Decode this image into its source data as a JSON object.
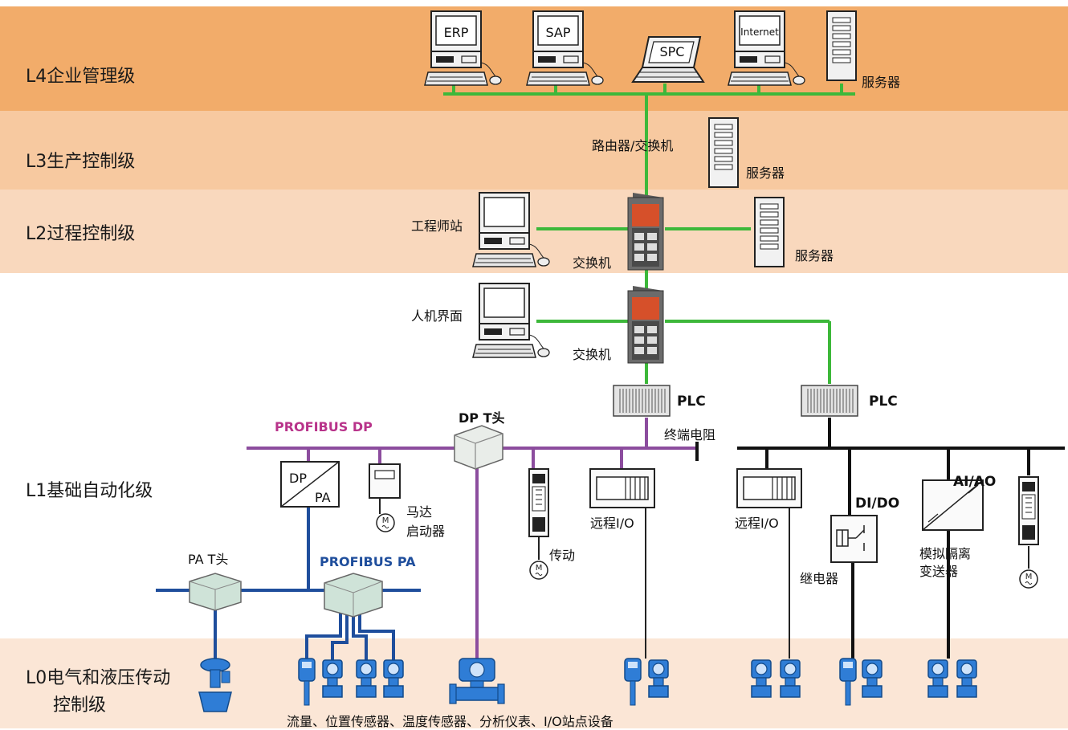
{
  "levels": {
    "l4": "L4企业管理级",
    "l3": "L3生产控制级",
    "l2": "L2过程控制级",
    "l1": "L1基础自动化级",
    "l0_line1": "L0电气和液压传动",
    "l0_line2": "控制级"
  },
  "computers": {
    "erp": "ERP",
    "sap": "SAP",
    "spc": "SPC",
    "internet": "Internet"
  },
  "labels": {
    "server_l4": "服务器",
    "router": "路由器/交换机",
    "server_l3": "服务器",
    "eng_station": "工程师站",
    "switch_l2": "交换机",
    "server_l2": "服务器",
    "hmi": "人机界面",
    "switch_l1": "交换机",
    "plc1": "PLC",
    "plc2": "PLC",
    "terminator": "终端电阻",
    "profibus_dp": "PROFIBUS DP",
    "dp_t": "DP T头",
    "dp_label": "DP",
    "pa_label": "PA",
    "motor_starter_1": "马达",
    "motor_starter_2": "启动器",
    "drive": "传动",
    "remote_io_1": "远程I/O",
    "remote_io_2": "远程I/O",
    "dido": "DI/DO",
    "relay": "继电器",
    "aiao": "AI/AO",
    "isolator_1": "模拟隔离",
    "isolator_2": "变送器",
    "pa_t": "PA T头",
    "profibus_pa": "PROFIBUS PA",
    "bottom_caption": "流量、位置传感器、温度传感器、分析仪表、I/O站点设备",
    "motor_symbol": "M"
  },
  "colors": {
    "l4_band": "#f2ac6a",
    "l3_band": "#f7c9a0",
    "l2_band": "#f9d8bd",
    "l0_band": "#fbe6d6",
    "ethernet": "#3db83a",
    "profibus_dp": "#8c4d9e",
    "profibus_dp_text": "#b8338a",
    "profibus_pa": "#1f4e9c",
    "profibus_pa_text": "#1f4e9c",
    "fieldbus": "#111111"
  }
}
